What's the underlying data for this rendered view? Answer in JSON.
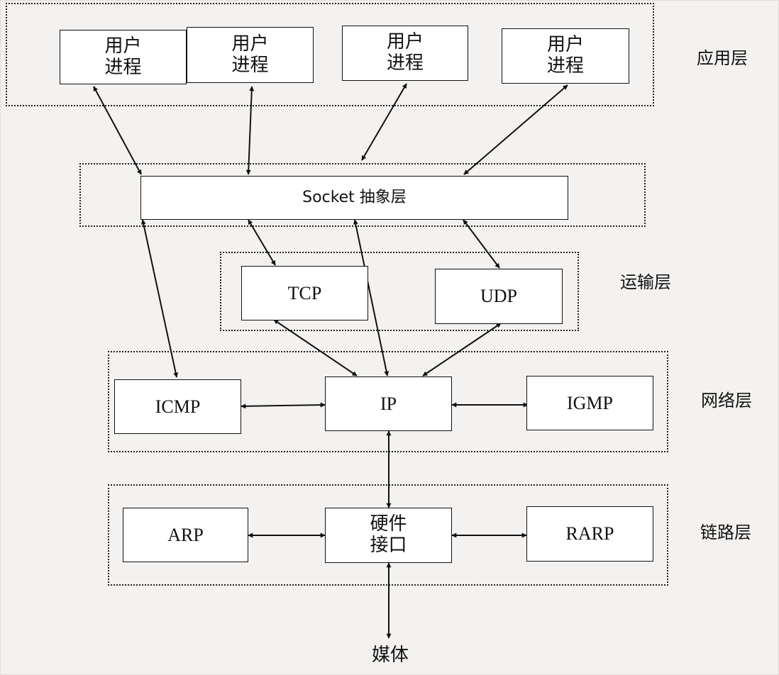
{
  "diagram": {
    "layers": {
      "application": "应用层",
      "transport": "运输层",
      "network": "网络层",
      "link": "链路层"
    },
    "nodes": {
      "process1": "用户\n进程",
      "process2": "用户\n进程",
      "process3": "用户\n进程",
      "process4": "用户\n进程",
      "socket": "Socket 抽象层",
      "tcp": "TCP",
      "udp": "UDP",
      "icmp": "ICMP",
      "ip": "IP",
      "igmp": "IGMP",
      "arp": "ARP",
      "hardware": "硬件\n接口",
      "rarp": "RARP",
      "media": "媒体"
    },
    "colors": {
      "line": "#111111",
      "background": "#f4f2f0",
      "box": "#ffffff"
    }
  }
}
